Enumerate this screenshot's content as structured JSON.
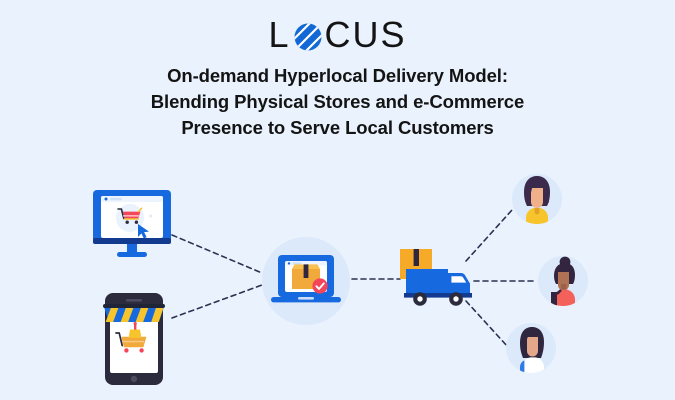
{
  "background_color": "#e9f2fd",
  "brand": {
    "logo_text_left": "L",
    "logo_text_right": "CUS",
    "logo_globe_icon": "globe-icon",
    "logo_color": "#141414",
    "globe_color": "#1268d6"
  },
  "title": {
    "line1": "On-demand Hyperlocal Delivery Model:",
    "line2": "Blending Physical Stores and e-Commerce",
    "line3": "Presence to Serve Local Customers",
    "color": "#141414"
  },
  "diagram": {
    "nodes": [
      {
        "id": "desktop-store",
        "label": "Desktop e-commerce storefront",
        "icon": "desktop-monitor-cart-icon",
        "colors": {
          "frame": "#1769e0",
          "screen": "#ffffff",
          "cart": "#f4455a",
          "cursor": "#1769e0"
        }
      },
      {
        "id": "mobile-store",
        "label": "Mobile storefront with awning",
        "icon": "smartphone-shop-cart-icon",
        "colors": {
          "body": "#2b2b3d",
          "screen": "#ffffff",
          "awning_blue": "#1769e0",
          "awning_yellow": "#f7c52b",
          "cart": "#f2a93b"
        }
      },
      {
        "id": "fulfilment-hub",
        "label": "Online order fulfilment hub",
        "icon": "laptop-package-verified-icon",
        "colors": {
          "halo": "#dbe9fb",
          "laptop": "#1769e0",
          "box": "#f2a93b",
          "check_badge": "#f4455a"
        }
      },
      {
        "id": "delivery-truck",
        "label": "Last-mile delivery truck",
        "icon": "delivery-truck-icon",
        "colors": {
          "cab": "#1769e0",
          "body": "#123a8f",
          "box": "#f7a928",
          "wheels": "#2b2b3d"
        }
      },
      {
        "id": "customer-1",
        "label": "Local customer one",
        "icon": "customer-avatar-icon",
        "colors": {
          "halo": "#dbe9fb",
          "hair": "#3c2a4d",
          "top": "#f7c52b",
          "skin": "#f0b08a"
        }
      },
      {
        "id": "customer-2",
        "label": "Local customer two",
        "icon": "customer-avatar-icon",
        "colors": {
          "halo": "#dbe9fb",
          "hair": "#33253f",
          "top": "#f4615a",
          "skin": "#b07254",
          "bag": "#33253f"
        }
      },
      {
        "id": "customer-3",
        "label": "Local customer three",
        "icon": "customer-avatar-icon",
        "colors": {
          "halo": "#dbe9fb",
          "hair": "#2f2740",
          "top": "#ffffff",
          "sleeve": "#2f7ae5",
          "skin": "#e3a889"
        }
      }
    ],
    "connectors": [
      {
        "id": "desktop-to-hub",
        "from": "desktop-store",
        "to": "fulfilment-hub",
        "style": "dashed",
        "color": "#2b3250"
      },
      {
        "id": "mobile-to-hub",
        "from": "mobile-store",
        "to": "fulfilment-hub",
        "style": "dashed",
        "color": "#2b3250"
      },
      {
        "id": "hub-to-truck",
        "from": "fulfilment-hub",
        "to": "delivery-truck",
        "style": "dashed",
        "color": "#2b3250"
      },
      {
        "id": "truck-to-customer-1",
        "from": "delivery-truck",
        "to": "customer-1",
        "style": "dashed",
        "color": "#2b3250"
      },
      {
        "id": "truck-to-customer-2",
        "from": "delivery-truck",
        "to": "customer-2",
        "style": "dashed",
        "color": "#2b3250"
      },
      {
        "id": "truck-to-customer-3",
        "from": "delivery-truck",
        "to": "customer-3",
        "style": "dashed",
        "color": "#2b3250"
      }
    ]
  }
}
